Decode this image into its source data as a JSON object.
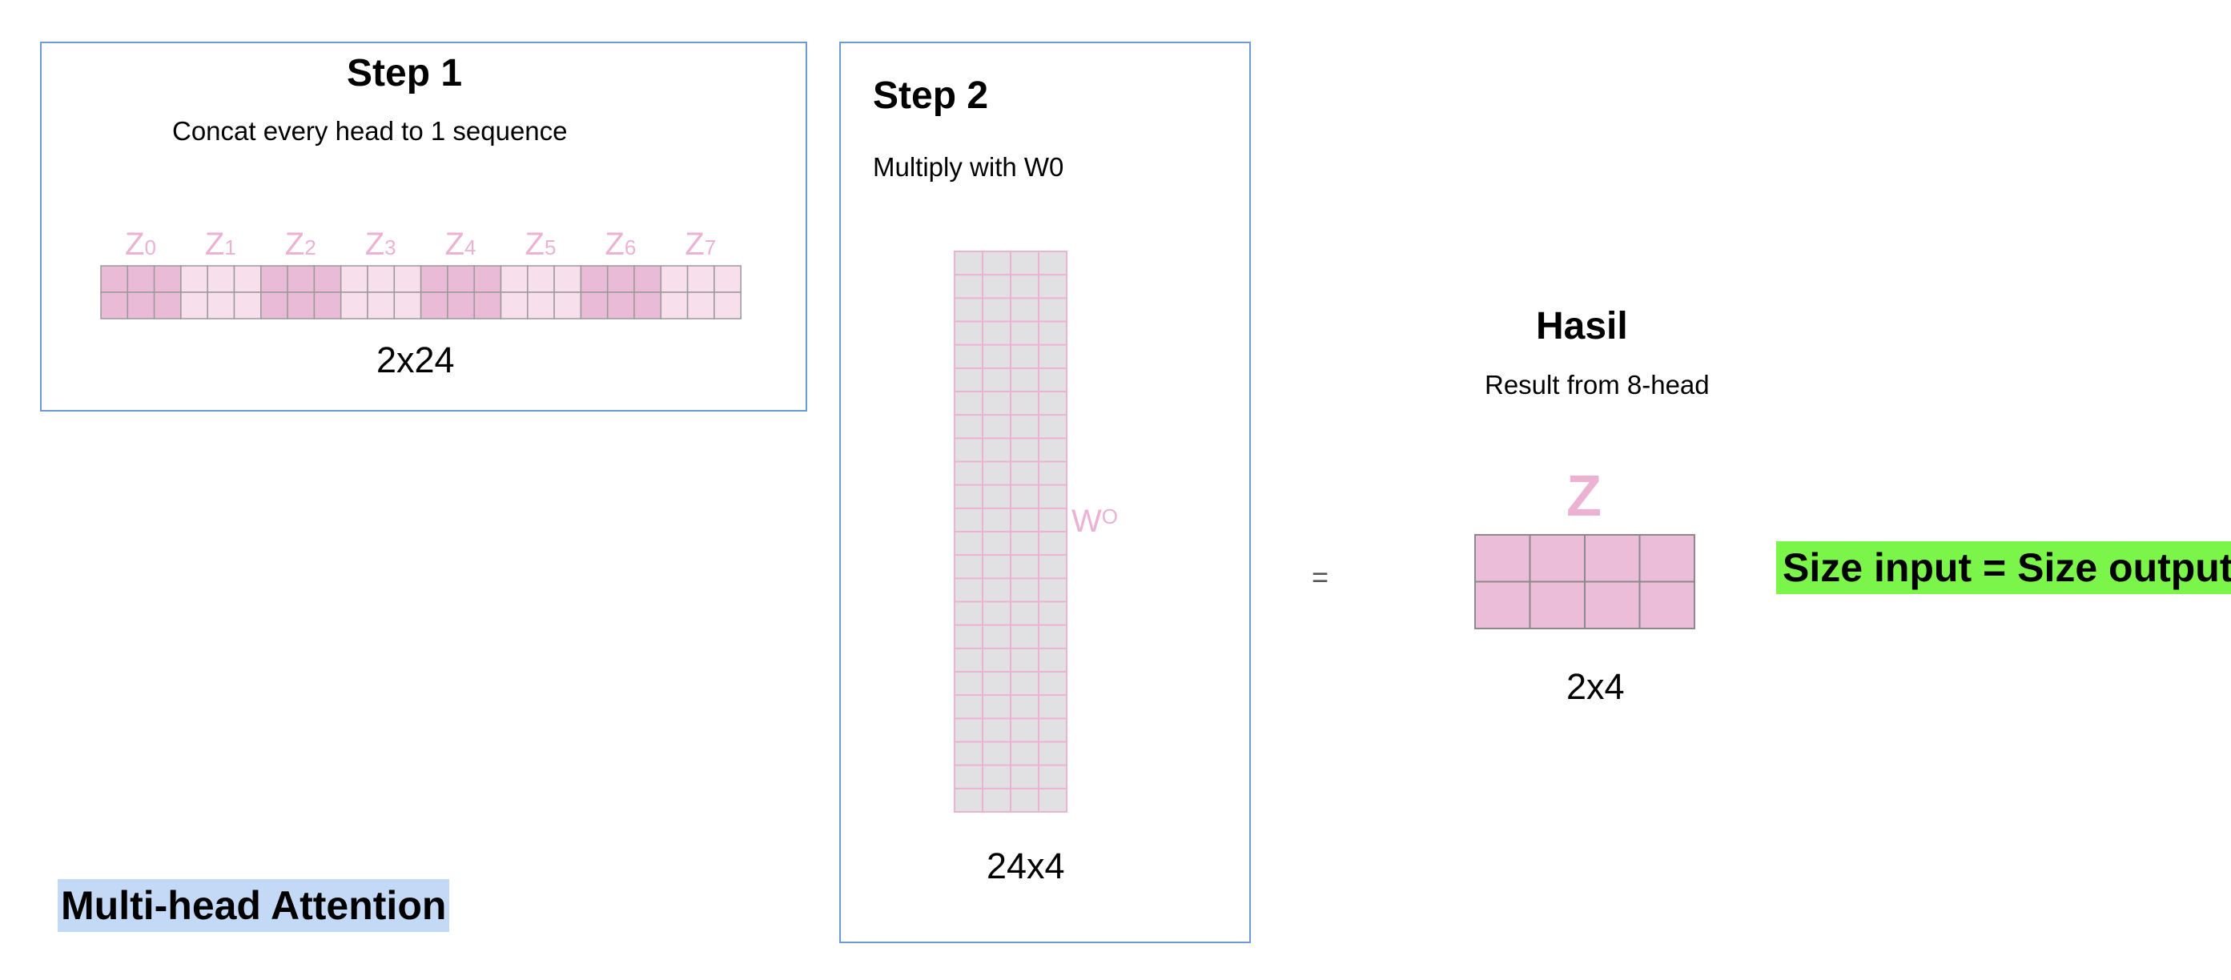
{
  "step1": {
    "title": "Step 1",
    "subtitle": "Concat every head to 1 sequence",
    "head_labels": [
      "Z0",
      "Z1",
      "Z2",
      "Z3",
      "Z4",
      "Z5",
      "Z6",
      "Z7"
    ],
    "dimension": "2x24"
  },
  "step2": {
    "title": "Step 2",
    "subtitle": "Multiply with W0",
    "weight_label": "WO",
    "dimension": "24x4"
  },
  "equals_sign": "=",
  "result": {
    "title": "Hasil",
    "subtitle": "Result from 8-head",
    "matrix_label": "Z",
    "dimension": "2x4"
  },
  "size_note": "Size input = Size output",
  "page_title": "Multi-head Attention",
  "colors": {
    "frame": "#6e9ad6",
    "head_dark": "#e9bbd7",
    "head_light": "#f7dfec",
    "label_pink": "#ecb2d3",
    "weight_fill": "#e1e1e4",
    "weight_grid": "#ecb2d3",
    "result_fill": "#ebbdd9",
    "size_note_bg": "#7cf54a",
    "title_bg": "#c4d9f6"
  }
}
